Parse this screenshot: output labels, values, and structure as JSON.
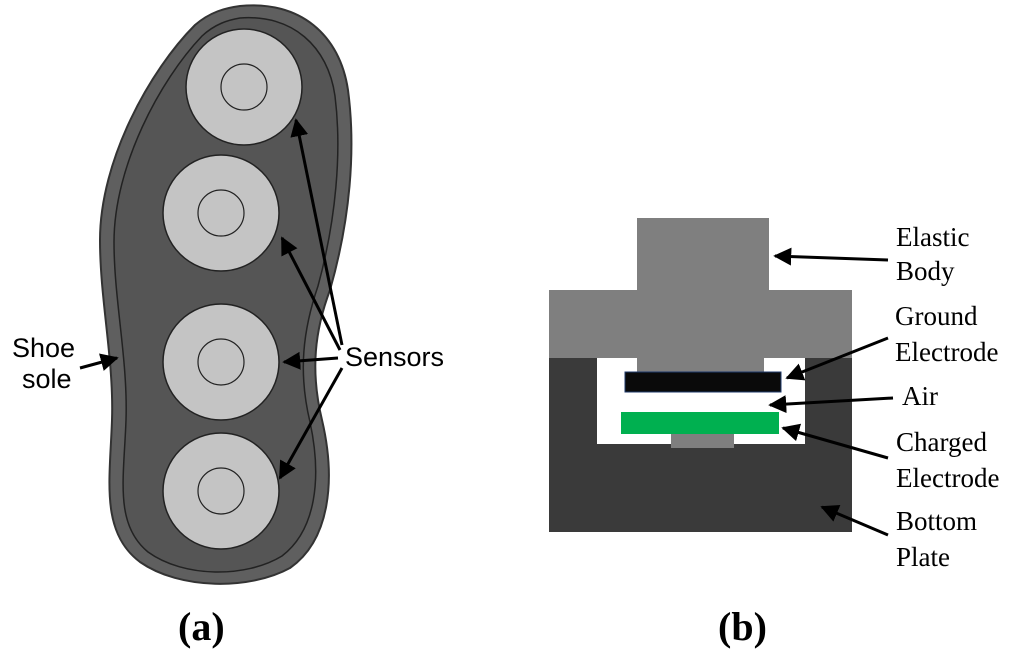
{
  "panel_a": {
    "caption": "(a)",
    "shoe_label_line1": "Shoe",
    "shoe_label_line2": "sole",
    "sensors_label": "Sensors"
  },
  "panel_b": {
    "caption": "(b)",
    "elastic_line1": "Elastic",
    "elastic_line2": "Body",
    "ground_line1": "Ground",
    "ground_line2": "Electrode",
    "air_label": "Air",
    "charged_line1": "Charged",
    "charged_line2": "Electrode",
    "bottom_line1": "Bottom",
    "bottom_line2": "Plate"
  },
  "colors": {
    "sole_outer": "#5f5f5f",
    "sole_inner": "#555555",
    "sensor_fill": "#c4c4c4",
    "elastic_body": "#7f7f7f",
    "bottom_plate": "#3a3a3a",
    "ground_electrode": "#0a0a0a",
    "charged_electrode": "#00b050",
    "air": "#ffffff"
  }
}
